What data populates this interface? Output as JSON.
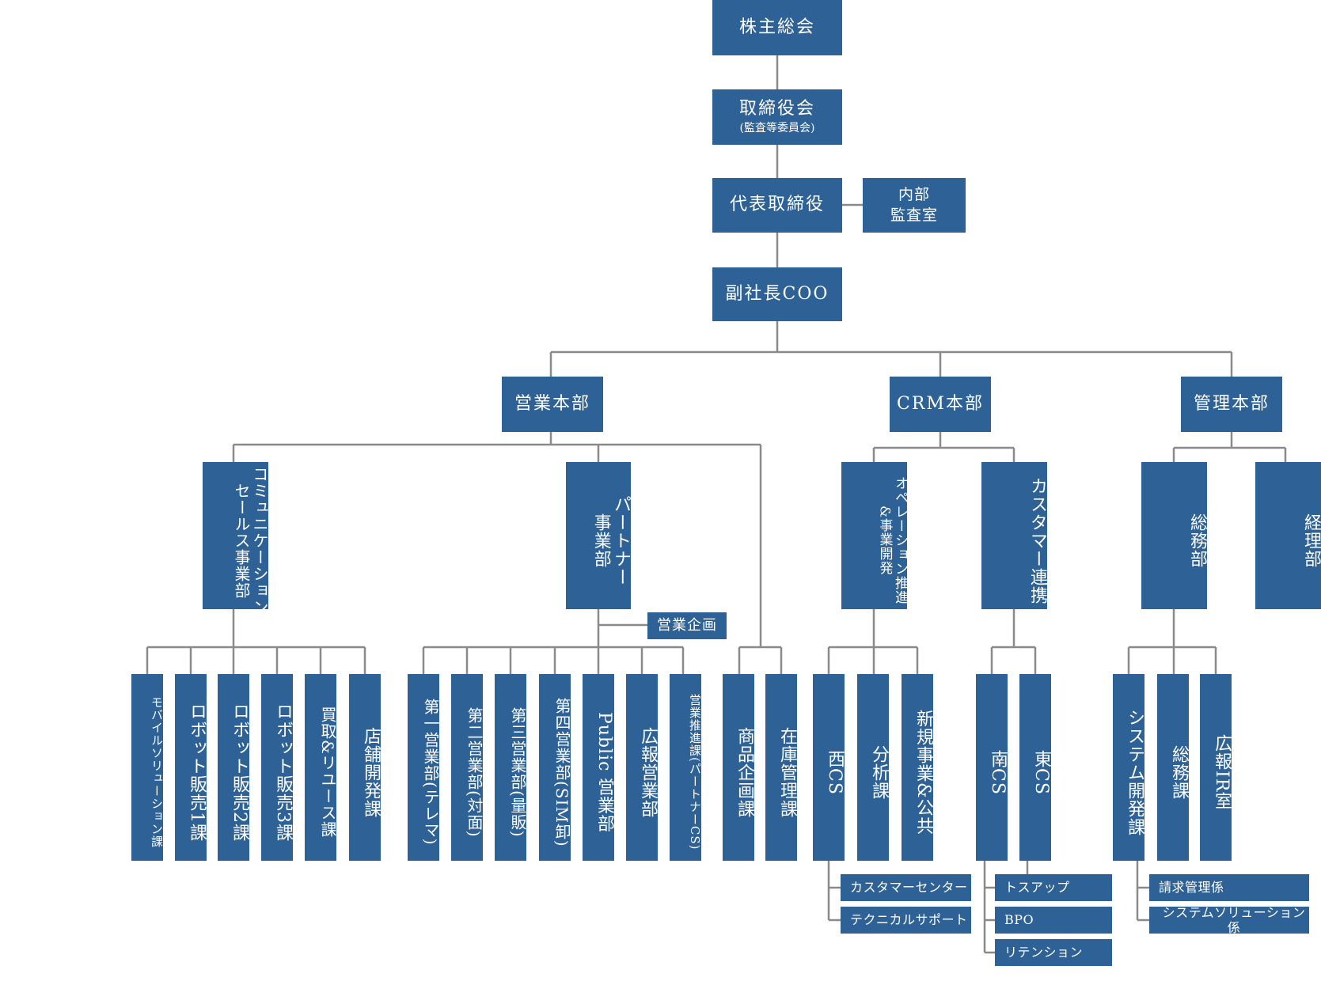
{
  "colors": {
    "box": "#2e6296",
    "line": "#8a8a8a"
  },
  "top": {
    "shareholders": "株主総会",
    "board": "取締役会",
    "board_sub": "(監査等委員会)",
    "ceo": "代表取締役",
    "audit_line1": "内部",
    "audit_line2": "監査室",
    "coo": "副社長COO"
  },
  "divisions": {
    "sales": "営業本部",
    "crm": "CRM本部",
    "admin": "管理本部"
  },
  "depts": {
    "comm": "コミュニケーション\nセールス事業部",
    "partner": "パートナー\n事業部",
    "sales_planning": "営業企画",
    "ops": "オペレーション推進\n&事業開発",
    "cust": "カスタマー連携",
    "general": "総務部",
    "accounting": "経理部"
  },
  "sections": {
    "mobile": "モバイルソリューション課",
    "robot1": "ロボット販売1課",
    "robot2": "ロボット販売2課",
    "robot3": "ロボット販売3課",
    "buyback": "買取&リユース課",
    "store": "店舗開発課",
    "sales1": "第一営業部(テレマ)",
    "sales2": "第二営業部(対面)",
    "sales3": "第三営業部(量販)",
    "sales4": "第四営業部(SIM卸)",
    "public": "Public 営業部",
    "pr": "広報営業部",
    "promo": "営業推進課(パートナーCS)",
    "product": "商品企画課",
    "inventory": "在庫管理課",
    "west": "西CS",
    "analysis": "分析課",
    "newbiz": "新規事業&公共",
    "south": "南CS",
    "east": "東CS",
    "sysdev": "システム開発課",
    "gen_sec": "総務課",
    "pr_ir": "広報IR室"
  },
  "units": {
    "callcenter": "カスタマーセンター",
    "techsupport": "テクニカルサポート",
    "toss": "トスアップ",
    "bpo": "BPO",
    "retention": "リテンション",
    "billing": "請求管理係",
    "syssol": "システムソリューション係"
  }
}
